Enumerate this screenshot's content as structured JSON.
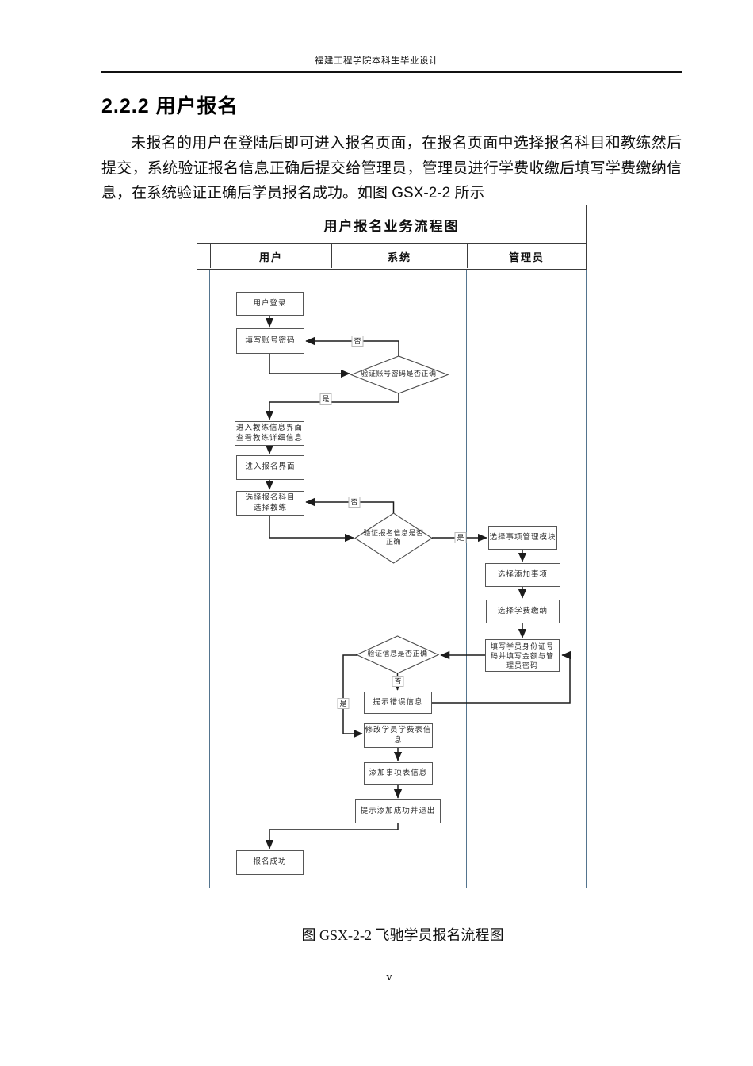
{
  "header": {
    "text": "福建工程学院本科生毕业设计"
  },
  "section": {
    "heading": "2.2.2 用户报名"
  },
  "paragraph": {
    "line1": "未报名的用户在登陆后即可进入报名页面，在报名页面中选择报名科目和教练然后",
    "line2": "提交，系统验证报名信息正确后提交给管理员，管理员进行学费收缴后填写学费缴纳信",
    "line3": "息，在系统验证正确后学员报名成功。如图 GSX-2-2 所示"
  },
  "flowchart": {
    "title": "用户报名业务流程图",
    "lanes": {
      "user": "用户",
      "system": "系统",
      "admin": "管理员"
    },
    "nodes": {
      "login": "用户登录",
      "fill_account": "填写账号密码",
      "d_verify_account": "验证账号密码是否正确",
      "coach_info": "进入教练信息界面\n查看教练详细信息",
      "enter_signup": "进入报名界面",
      "choose_subject": "选择报名科目\n选择教练",
      "d_verify_signup": "验证报名信息是否\n正确",
      "choose_module": "选择事项管理模块",
      "choose_add_item": "选择添加事项",
      "choose_tuition": "选择学费缴纳",
      "fill_student": "填写学员身份证号\n码并填写金额与管\n理员密码",
      "d_verify_info": "验证信息是否正确",
      "error_msg": "提示错误信息",
      "modify_tuition": "修改学员学费表信\n息",
      "add_item_table": "添加事项表信息",
      "success_exit": "提示添加成功并退出",
      "signup_success": "报名成功"
    },
    "branch_labels": {
      "yes": "是",
      "no": "否"
    },
    "colors": {
      "lane_line": "#54748e",
      "box_border": "#565656",
      "arrow": "#1c1c1c"
    }
  },
  "caption": {
    "text": "图 GSX-2-2  飞驰学员报名流程图"
  },
  "footer": {
    "page_number": "v"
  }
}
